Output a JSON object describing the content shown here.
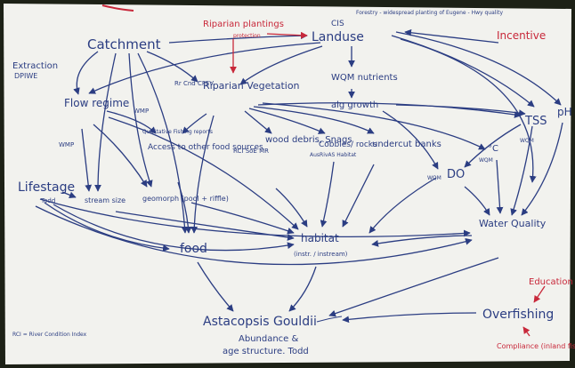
{
  "colors": {
    "board": "#f2f2ee",
    "marker_blue": "#2b3d82",
    "marker_red": "#c8283a",
    "frame": "#1d2116"
  },
  "nodes": {
    "catchment": "Catchment",
    "landuse": "Landuse",
    "cis": "CIS",
    "forestry_note": "Forestry - widespread planting of Eugene - Hwy quality",
    "incentive": "Incentive",
    "riparian_plantings": "Riparian plantings",
    "riparian_plantings_sub": "protection",
    "extraction": "Extraction",
    "dpiwe": "DPIWE",
    "flow_regime": "Flow regime",
    "riparian_vegetation": "Riparian Vegetation",
    "rci_cfev": "Rr Cnd CFEV",
    "wqm_nutrients": "WQM nutrients",
    "alg_growth": "alg growth",
    "tss": "TSS",
    "ph": "pH",
    "wqm_tss": "WQM",
    "wmp": "WMP",
    "wmp2": "WMP",
    "qualitative_note": "Qualitative Fishing reports",
    "access_food": "Access to other food sources",
    "wood_debris": "wood debris, Snags",
    "rci_soe_mr": "RCI SoE MR",
    "cobbles_rocks": "Cobbles/ rocks",
    "ausriv": "AusRivAS Habitat",
    "undercut_banks": "undercut banks",
    "temp": "°C",
    "wqm_temp": "WQM",
    "do": "DO",
    "wqm_do": "WQM",
    "lifestage": "Lifestage",
    "todd": "Todd",
    "stream_size": "stream size",
    "geomorph": "geomorph (pool + riffle)",
    "food": "food",
    "habitat": "habitat",
    "habitat_sub": "(instr. / instream)",
    "water_quality": "Water Quality",
    "education": "Education",
    "overfishing": "Overfishing",
    "compliance": "Compliance (inland fishing)",
    "astacopsis": "Astacopsis Gouldii",
    "abundance": "Abundance &",
    "age_structure": "age structure. Todd",
    "legend": "RCI = River Condition Index"
  }
}
